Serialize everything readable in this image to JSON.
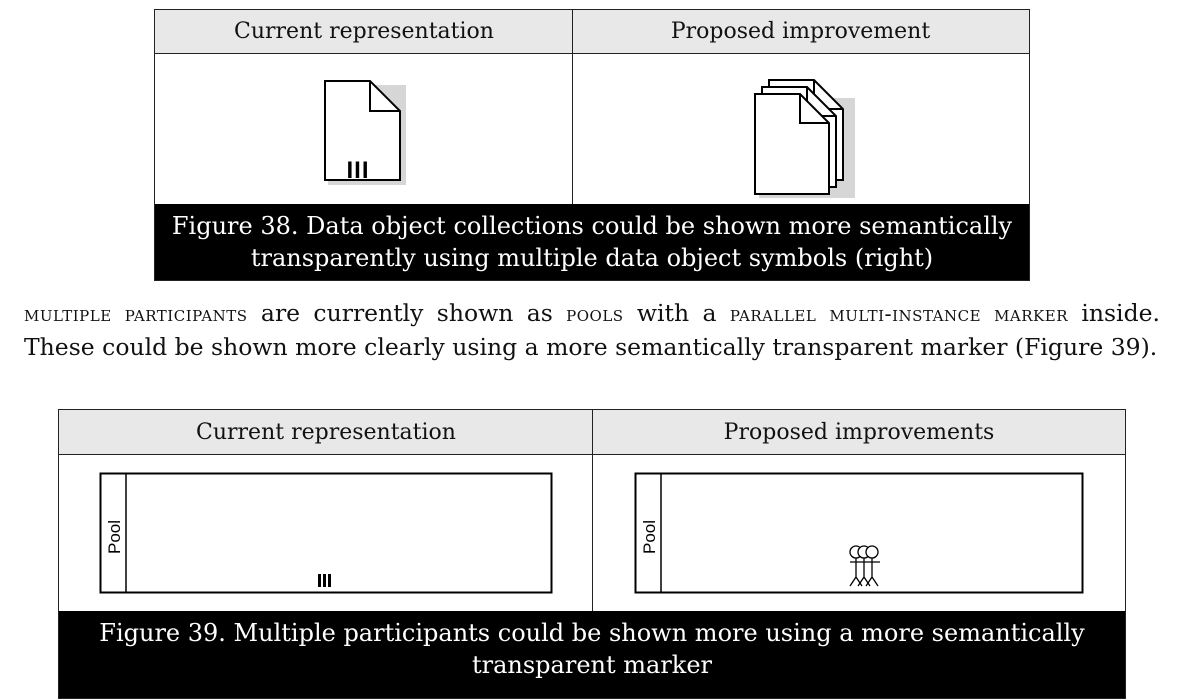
{
  "figure38": {
    "headers": [
      "Current representation",
      "Proposed improvement"
    ],
    "marker_text": "III",
    "caption_line1": "Figure 38. Data object collections could be shown more semantically",
    "caption_line2": "transparently using multiple data object symbols (right)"
  },
  "paragraph": {
    "term1": "multiple participants",
    "text1": " are currently shown as ",
    "term2": "pools",
    "text2": " with a ",
    "term3": "parallel multi-instance marker",
    "text3": " inside. These could be shown more clearly using a more semantically transparent marker (Figure 39)."
  },
  "figure39": {
    "headers": [
      "Current representation",
      "Proposed improvements"
    ],
    "pool_label": "Pool",
    "caption_line1": "Figure 39. Multiple participants could be shown more using a more semantically",
    "caption_line2": "transparent marker"
  }
}
